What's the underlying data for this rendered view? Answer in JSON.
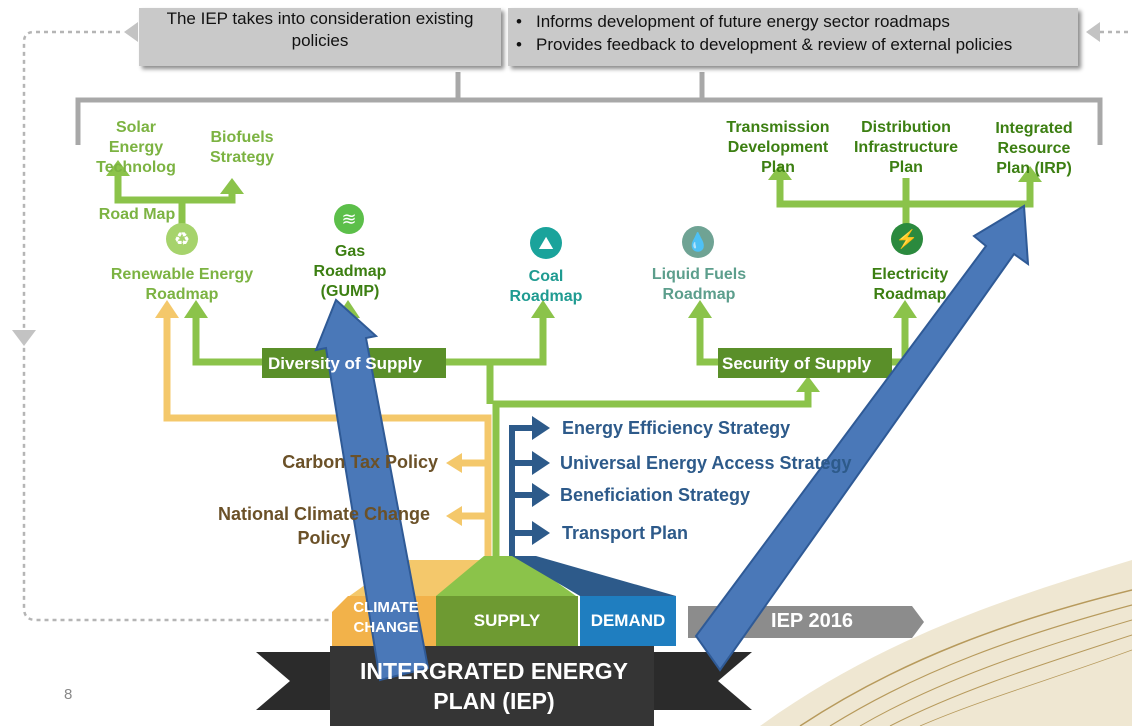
{
  "top_boxes": {
    "left_text": "The IEP takes  into consideration existing policies",
    "right_bullets": [
      "Informs development  of future energy sector roadmaps",
      "Provides feedback to development & review of external policies"
    ]
  },
  "roadmaps": {
    "solar": "Solar Energy Technolog",
    "road_map": "Road Map",
    "biofuels": "Biofuels Strategy",
    "renewable": "Renewable Energy Roadmap",
    "gas": "Gas Roadmap (GUMP)",
    "coal": "Coal Roadmap",
    "liquid_fuels": "Liquid Fuels Roadmap",
    "electricity": "Electricity Roadmap",
    "transmission": "Transmission Development Plan",
    "distribution": "Distribution Infrastructure Plan",
    "irp": "Integrated Resource Plan (IRP)"
  },
  "bands": {
    "diversity": "Diversity of Supply",
    "security": "Security of Supply"
  },
  "strategies": [
    "Energy Efficiency Strategy",
    "Universal Energy Access Strategy",
    "Beneficiation Strategy",
    "Transport Plan"
  ],
  "policies": {
    "carbon": "Carbon Tax Policy",
    "climate": "National Climate Change Policy"
  },
  "bottom": {
    "climate_tab": "CLIMATE CHANGE",
    "supply_tab": "SUPPLY",
    "demand_tab": "DEMAND",
    "iep_2016": "IEP 2016",
    "banner": "INTERGRATED ENERGY PLAN (IEP)"
  },
  "page_number": "8",
  "icons": [
    "recycle-icon",
    "gas-flame-icon",
    "coal-mine-icon",
    "fuel-drop-icon",
    "lightning-bolt-icon"
  ],
  "colors": {
    "light_green": "#8bc34a",
    "dark_green": "#5a8f29",
    "yellow": "#f4c86b",
    "navy": "#2d5a8a",
    "blue_arrow": "#4a78b8",
    "teal": "#1aa39b",
    "climate_tab": "#f2b24a",
    "supply_tab": "#6e9a32",
    "demand_tab": "#1f7ec0",
    "banner": "#2b2b2b",
    "iep_band": "#8c8c8c"
  }
}
